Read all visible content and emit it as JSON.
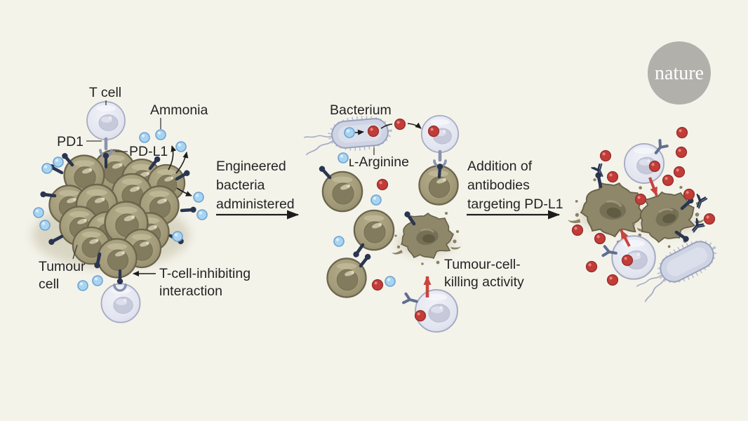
{
  "figure": {
    "background": "#f4f3ea",
    "logo": {
      "text": "nature",
      "circle_color": "#b2b0ab",
      "text_color": "#ffffff"
    },
    "labels": {
      "t_cell": "T cell",
      "ammonia": "Ammonia",
      "pd1": "PD1",
      "pdl1": "PD-L1",
      "tumour_line1": "Tumour",
      "tumour_line2": "cell",
      "inhibit_line1": "T-cell-inhibiting",
      "inhibit_line2": "interaction",
      "step1_line1": "Engineered",
      "step1_line2": "bacteria",
      "step1_line3": "administered",
      "bacterium": "Bacterium",
      "arginine": "ʟ-Arginine",
      "killing_line1": "Tumour-cell-",
      "killing_line2": "killing activity",
      "step2_line1": "Addition of",
      "step2_line2": "antibodies",
      "step2_line3": "targeting PD-L1"
    },
    "colors": {
      "tumour_cell": "#a29a78",
      "tumour_outline": "#6b654d",
      "t_cell": "#dfe1ec",
      "t_cell_outline": "#a6abc3",
      "ammonia_dot": "#a9d4f1",
      "arginine_dot": "#c33c38",
      "receptor_pin": "#2a3550",
      "pd1_fork": "#8a93ae",
      "t_cell_receptor": "#5f6e92",
      "antibody": "#24314f",
      "bacterium_body": "#cfd4e4",
      "bacterium_outline": "#99a1bc",
      "arrow": "#1c1c1c",
      "kill_arrow": "#c9443e",
      "text": "#242424"
    }
  }
}
